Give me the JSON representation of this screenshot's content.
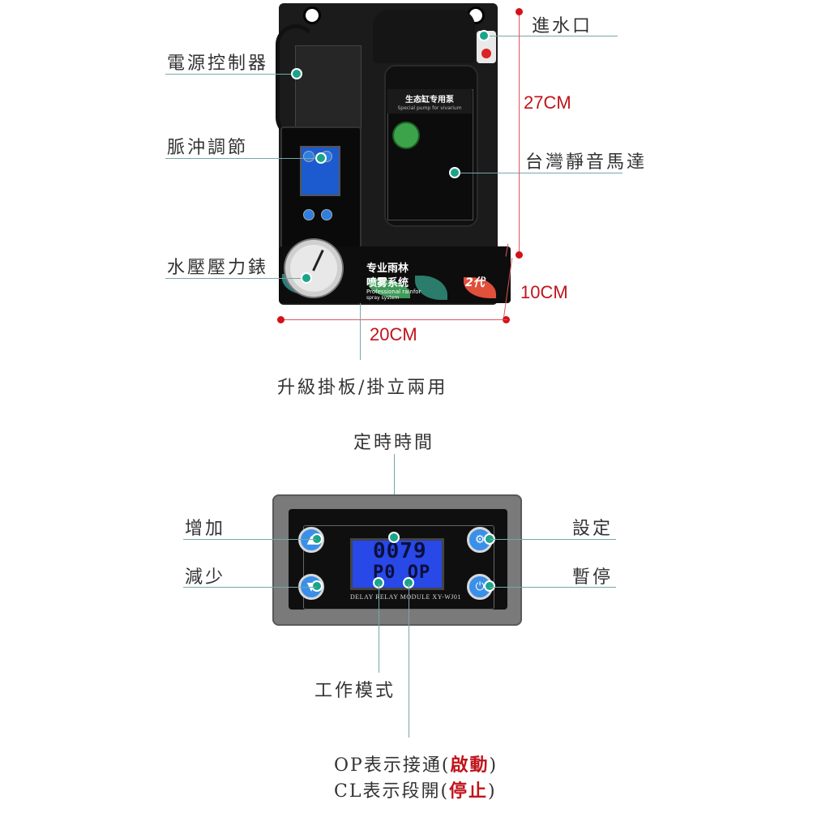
{
  "labels": {
    "power_control": "電源控制器",
    "pulse_adjust": "脈沖調節",
    "pressure_gauge": "水壓壓力錶",
    "water_inlet": "進水口",
    "motor": "台灣靜音馬達",
    "mount": "升級掛板/掛立兩用"
  },
  "dimensions": {
    "height": "27CM",
    "depth": "10CM",
    "width": "20CM"
  },
  "product": {
    "pump_label": "生态缸专用泵",
    "pump_sub": "Special pump for vivarium",
    "tray_title_1": "专业雨林",
    "tray_title_2": "喷雾系统",
    "tray_badge": "2代",
    "tray_sub": "Professional rainfor",
    "tray_sub2": "spray system"
  },
  "module": {
    "lcd_line1": "0079",
    "lcd_line2": "P0 OP",
    "caption": "DELAY RELAY MODULE XY-WJ01",
    "label_timer": "定時時間",
    "label_increase": "增加",
    "label_decrease": "減少",
    "label_set": "設定",
    "label_pause": "暫停",
    "label_mode": "工作模式",
    "note1_prefix": "OP表示接通(",
    "note1_red": "啟動",
    "note1_suffix": ")",
    "note2_prefix": "CL表示段開(",
    "note2_red": "停止",
    "note2_suffix": ")"
  },
  "colors": {
    "accent_red": "#c0141c",
    "dot_green": "#1aa58a",
    "lcd_blue": "#2848e8",
    "button_blue": "#3a8fe8"
  }
}
